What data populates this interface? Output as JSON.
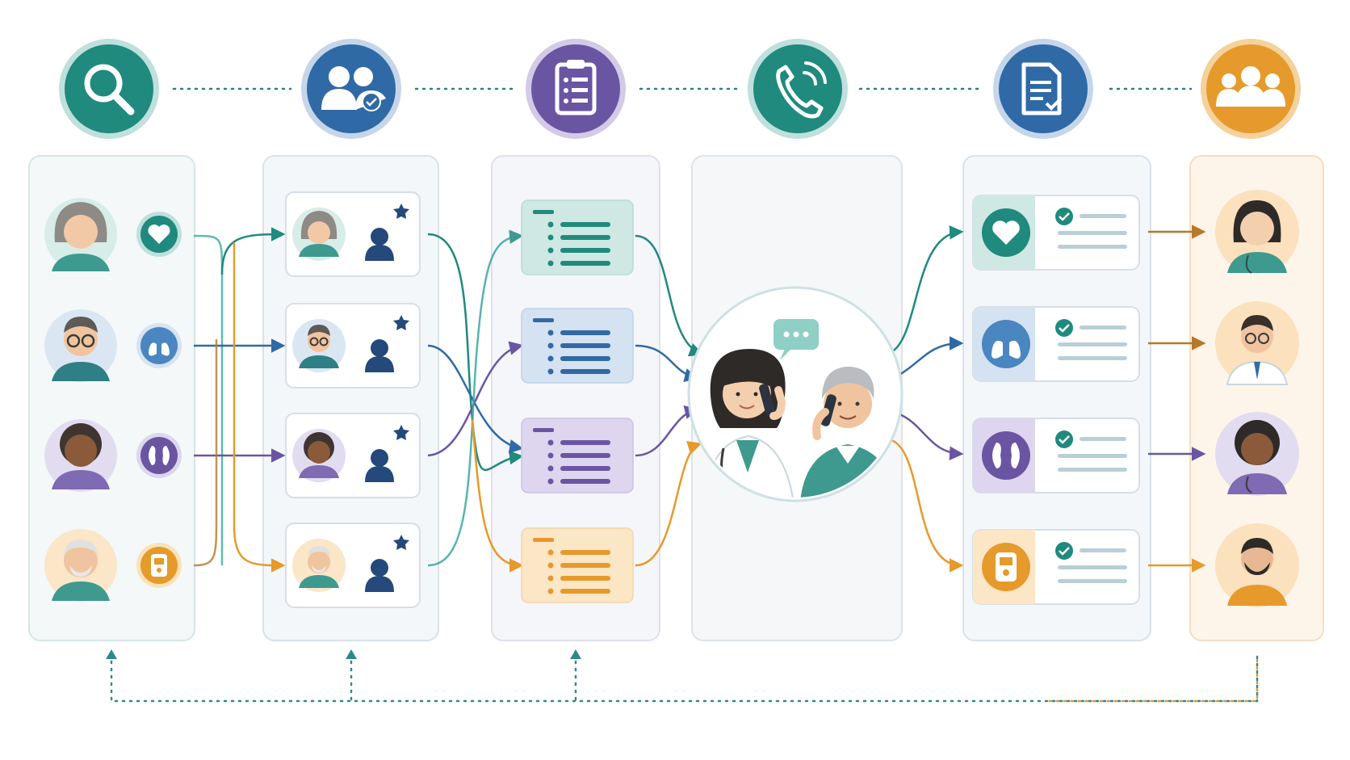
{
  "colors": {
    "teal": "#1f8a7d",
    "blue": "#2f6aa6",
    "purple": "#6a55a3",
    "orange": "#e69a2c",
    "navy": "#24497a",
    "panel_fill": "#f4f7fa",
    "panel_stroke": "#dbe4ea",
    "card_stroke": "#d7dee6"
  },
  "stages": [
    {
      "name": "search",
      "icon": "magnifier-icon",
      "color": "teal"
    },
    {
      "name": "match",
      "icon": "people-check-icon",
      "color": "blue"
    },
    {
      "name": "plan",
      "icon": "clipboard-list-icon",
      "color": "purple"
    },
    {
      "name": "call",
      "icon": "phone-call-icon",
      "color": "teal"
    },
    {
      "name": "document",
      "icon": "document-check-icon",
      "color": "blue"
    },
    {
      "name": "team",
      "icon": "group-icon",
      "color": "orange"
    }
  ],
  "tracks": [
    {
      "condition": "heart",
      "condition_icon": "heart-icon",
      "color": "teal",
      "patient": "older-woman-avatar",
      "clinician": "female-nurse-avatar"
    },
    {
      "condition": "lungs",
      "condition_icon": "lungs-icon",
      "color": "blue",
      "patient": "man-glasses-avatar",
      "clinician": "male-doctor-avatar"
    },
    {
      "condition": "kidneys",
      "condition_icon": "kidneys-icon",
      "color": "purple",
      "patient": "woman-curly-avatar",
      "clinician": "female-nurse-curly-avatar"
    },
    {
      "condition": "glucose",
      "condition_icon": "glucometer-icon",
      "color": "orange",
      "patient": "older-man-beard-avatar",
      "clinician": "male-nurse-beard-avatar"
    }
  ],
  "center_scene": {
    "icon": "doctor-patient-phone-call-scene",
    "bubble": "chat-bubble-icon"
  }
}
